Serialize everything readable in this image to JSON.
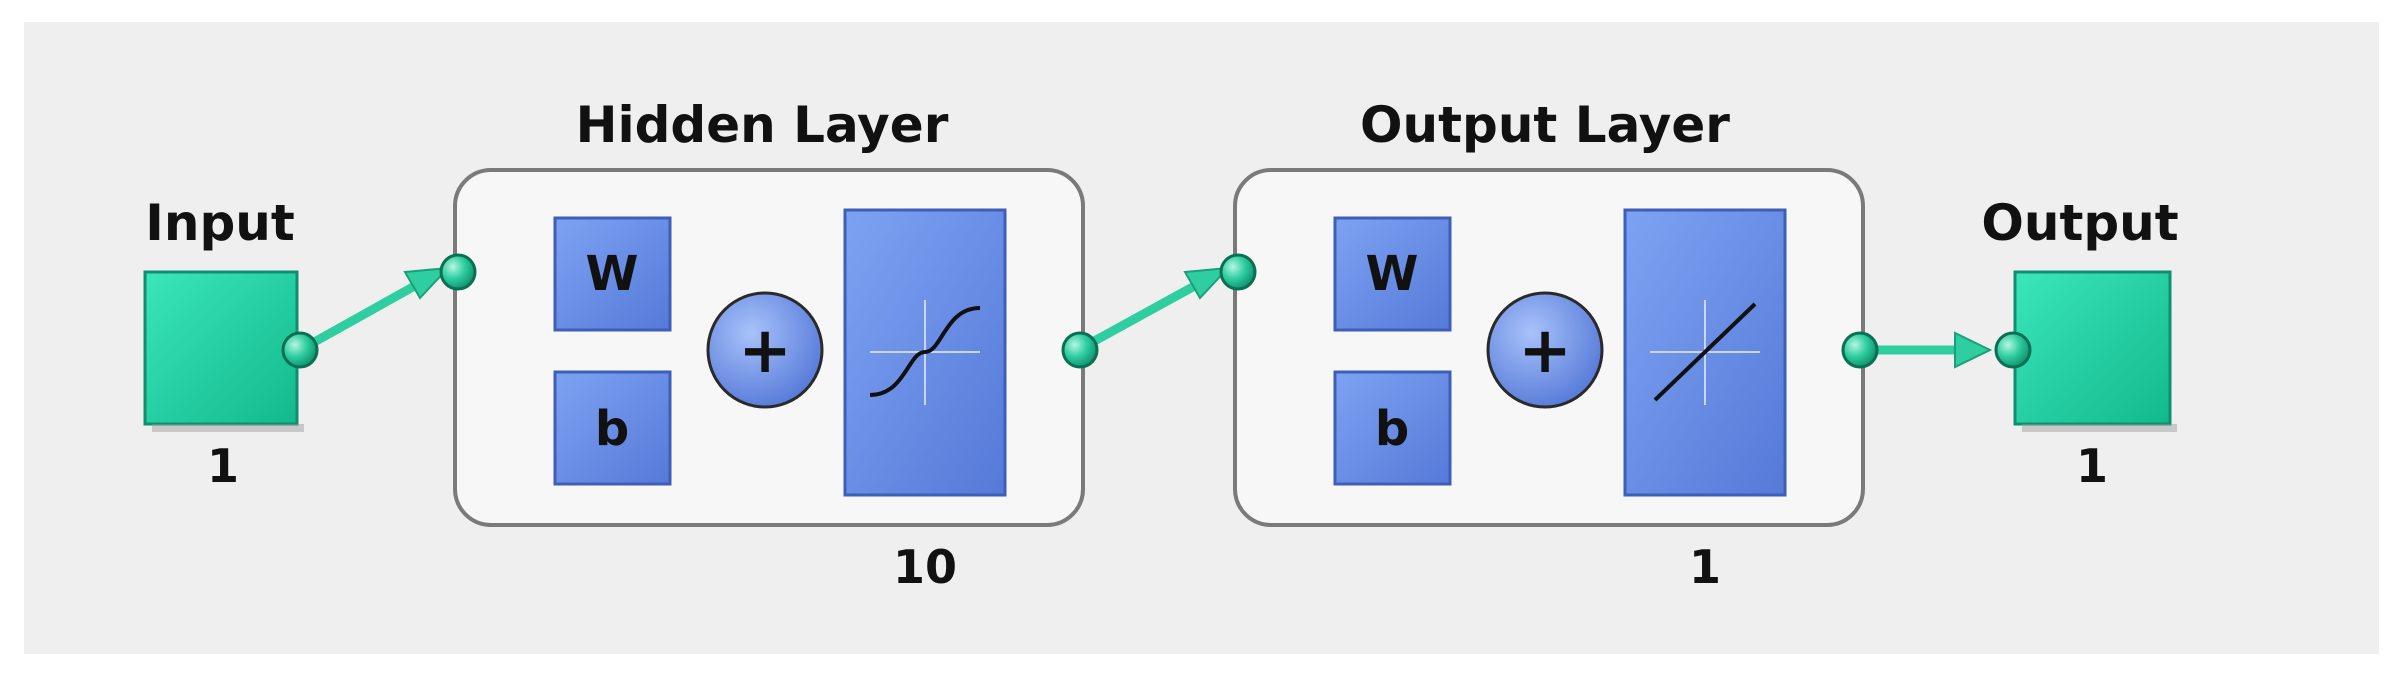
{
  "diagram": {
    "input": {
      "title": "Input",
      "size": "1"
    },
    "hidden_layer": {
      "title": "Hidden Layer",
      "weight_label": "W",
      "bias_label": "b",
      "sum_symbol": "+",
      "transfer": "sigmoid-transfer-icon",
      "size": "10"
    },
    "output_layer": {
      "title": "Output Layer",
      "weight_label": "W",
      "bias_label": "b",
      "sum_symbol": "+",
      "transfer": "linear-transfer-icon",
      "size": "1"
    },
    "output": {
      "title": "Output",
      "size": "1"
    }
  },
  "colors": {
    "background": "#efefef",
    "connector": "#2fcea0",
    "io_block": "#21d7a6",
    "layer_block": "#6a90ea",
    "layer_frame": "#7a7a7a"
  }
}
